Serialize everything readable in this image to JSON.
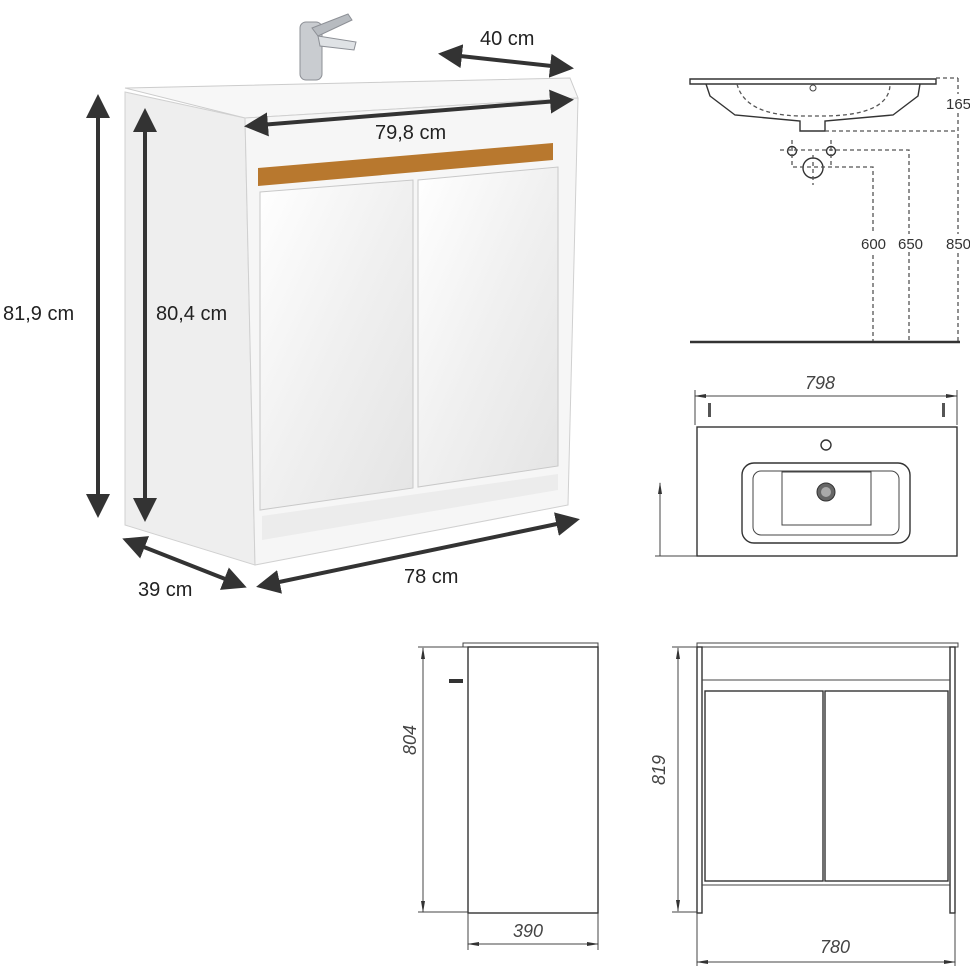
{
  "photo_dimensions": {
    "depth_top": "40 cm",
    "width_top": "79,8 cm",
    "height_total": "81,9 cm",
    "height_body": "80,4 cm",
    "depth_bottom": "39 cm",
    "width_bottom": "78 cm"
  },
  "basin_section": {
    "basin_height": "165",
    "drain_height": "600",
    "supply_height": "650",
    "top_height": "850"
  },
  "top_view": {
    "width": "798"
  },
  "side_view": {
    "height": "804",
    "depth": "390"
  },
  "front_view": {
    "height": "819",
    "width": "780"
  },
  "colors": {
    "wood_strip": "#b8782e",
    "line": "#333333",
    "cabinet_white": "#f4f4f4"
  }
}
